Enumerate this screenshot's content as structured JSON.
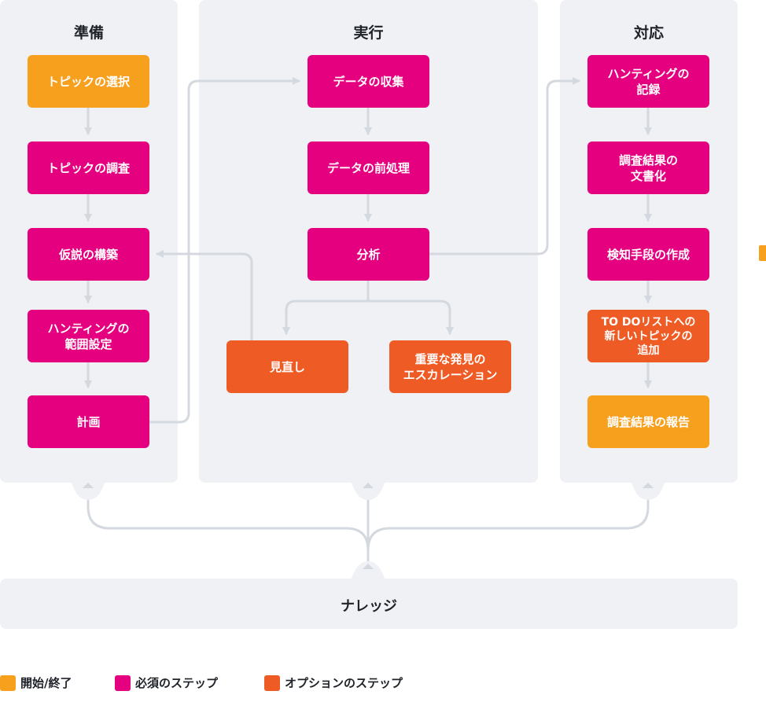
{
  "colors": {
    "start_end": "#f6a01e",
    "required": "#e5007f",
    "optional": "#ef5b24",
    "panel": "#eff1f5",
    "connector": "#d4d8df"
  },
  "columns": {
    "prep": {
      "title": "準備",
      "steps": {
        "s1": "トピックの選択",
        "s2": "トピックの調査",
        "s3": "仮説の構築",
        "s4": "ハンティングの\n範囲設定",
        "s5": "計画"
      }
    },
    "exec": {
      "title": "実行",
      "steps": {
        "s1": "データの収集",
        "s2": "データの前処理",
        "s3": "分析",
        "review": "見直し",
        "escalate": "重要な発見の\nエスカレーション"
      }
    },
    "response": {
      "title": "対応",
      "steps": {
        "s1": "ハンティングの\n記録",
        "s2": "調査結果の\n文書化",
        "s3": "検知手段の作成",
        "s4": "TO DOリストへの\n新しいトピックの\n追加",
        "s5": "調査結果の報告"
      }
    }
  },
  "knowledge": {
    "label": "ナレッジ"
  },
  "legend": {
    "start_end": "開始/終了",
    "required": "必須のステップ",
    "optional": "オプションのステップ"
  }
}
